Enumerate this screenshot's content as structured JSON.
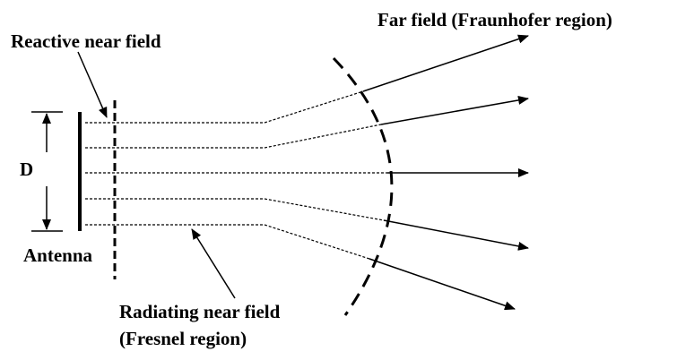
{
  "labels": {
    "far_field": "Far field (Fraunhofer region)",
    "reactive_near_field": "Reactive near field",
    "dimension": "D",
    "antenna": "Antenna",
    "radiating_near_field_line1": "Radiating near field",
    "radiating_near_field_line2": "(Fresnel region)"
  },
  "colors": {
    "ink": "#000000",
    "background": "#ffffff"
  }
}
